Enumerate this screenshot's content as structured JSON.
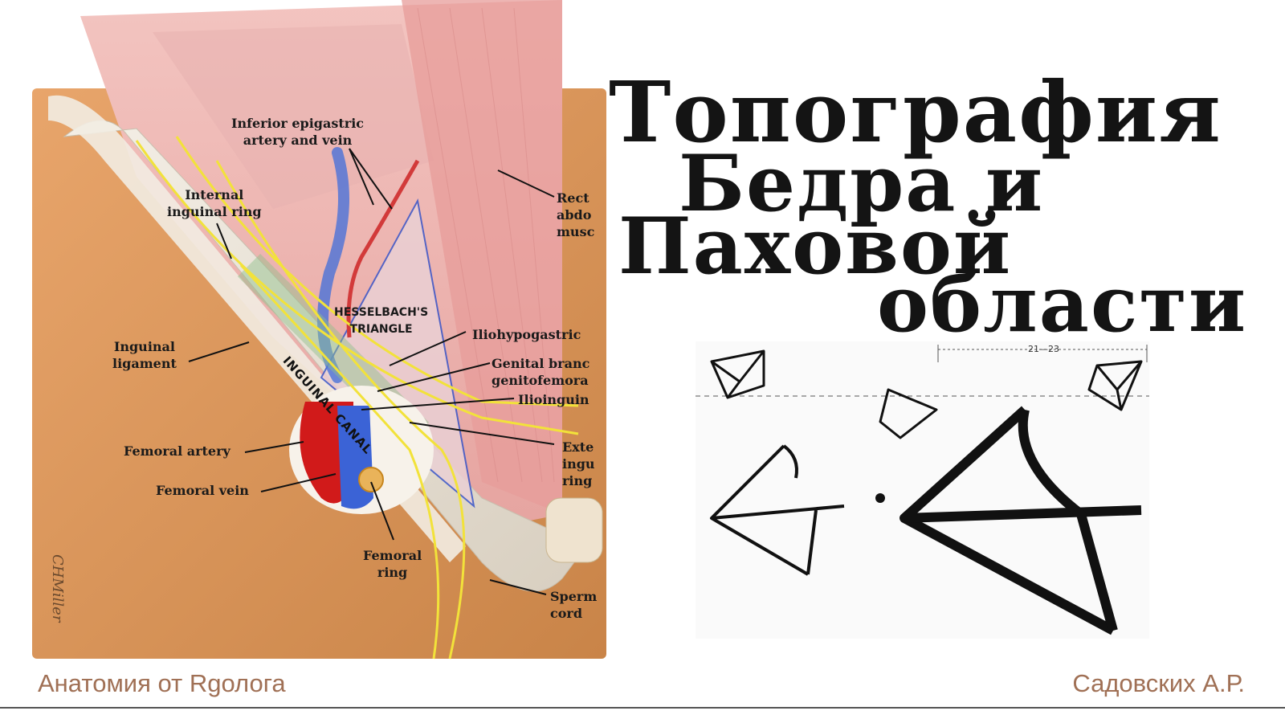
{
  "title": {
    "line1": "Топография",
    "line2": "Бедра и",
    "line3": "Паховой",
    "line4": "области"
  },
  "footer": {
    "left": "Анатомия от Rgолога",
    "right": "Садовских А.Р."
  },
  "illustration": {
    "labels": {
      "inferior_epigastric": "Inferior epigastric\nartery and vein",
      "internal_ring": "Internal\ninguinal ring",
      "rectus": "Rect\nabdo\nmusc",
      "hesselbach": "HESSELBACH'S\nTRIANGLE",
      "iliohypogastric": "Iliohypogastric",
      "genital_branch": "Genital branc\ngenitofemora",
      "ilioinguinal": "Ilioinguin",
      "inguinal_ligament": "Inguinal\nligament",
      "inguinal_canal": "INGUINAL CANAL",
      "femoral_artery": "Femoral artery",
      "femoral_vein": "Femoral vein",
      "external_ring": "Exte\ningu\nring",
      "femoral_ring": "Femoral\nring",
      "spermatic_cord": "Sperm\ncord"
    },
    "signature": "CHMiller"
  },
  "sketch": {
    "scale_label": "21—23"
  },
  "colors": {
    "skin": "#d9955e",
    "muscle": "#e9a3a3",
    "artery": "#d11a1a",
    "vein": "#3b63d6",
    "nerve": "#f2e23a",
    "footer_text": "#a07055"
  }
}
